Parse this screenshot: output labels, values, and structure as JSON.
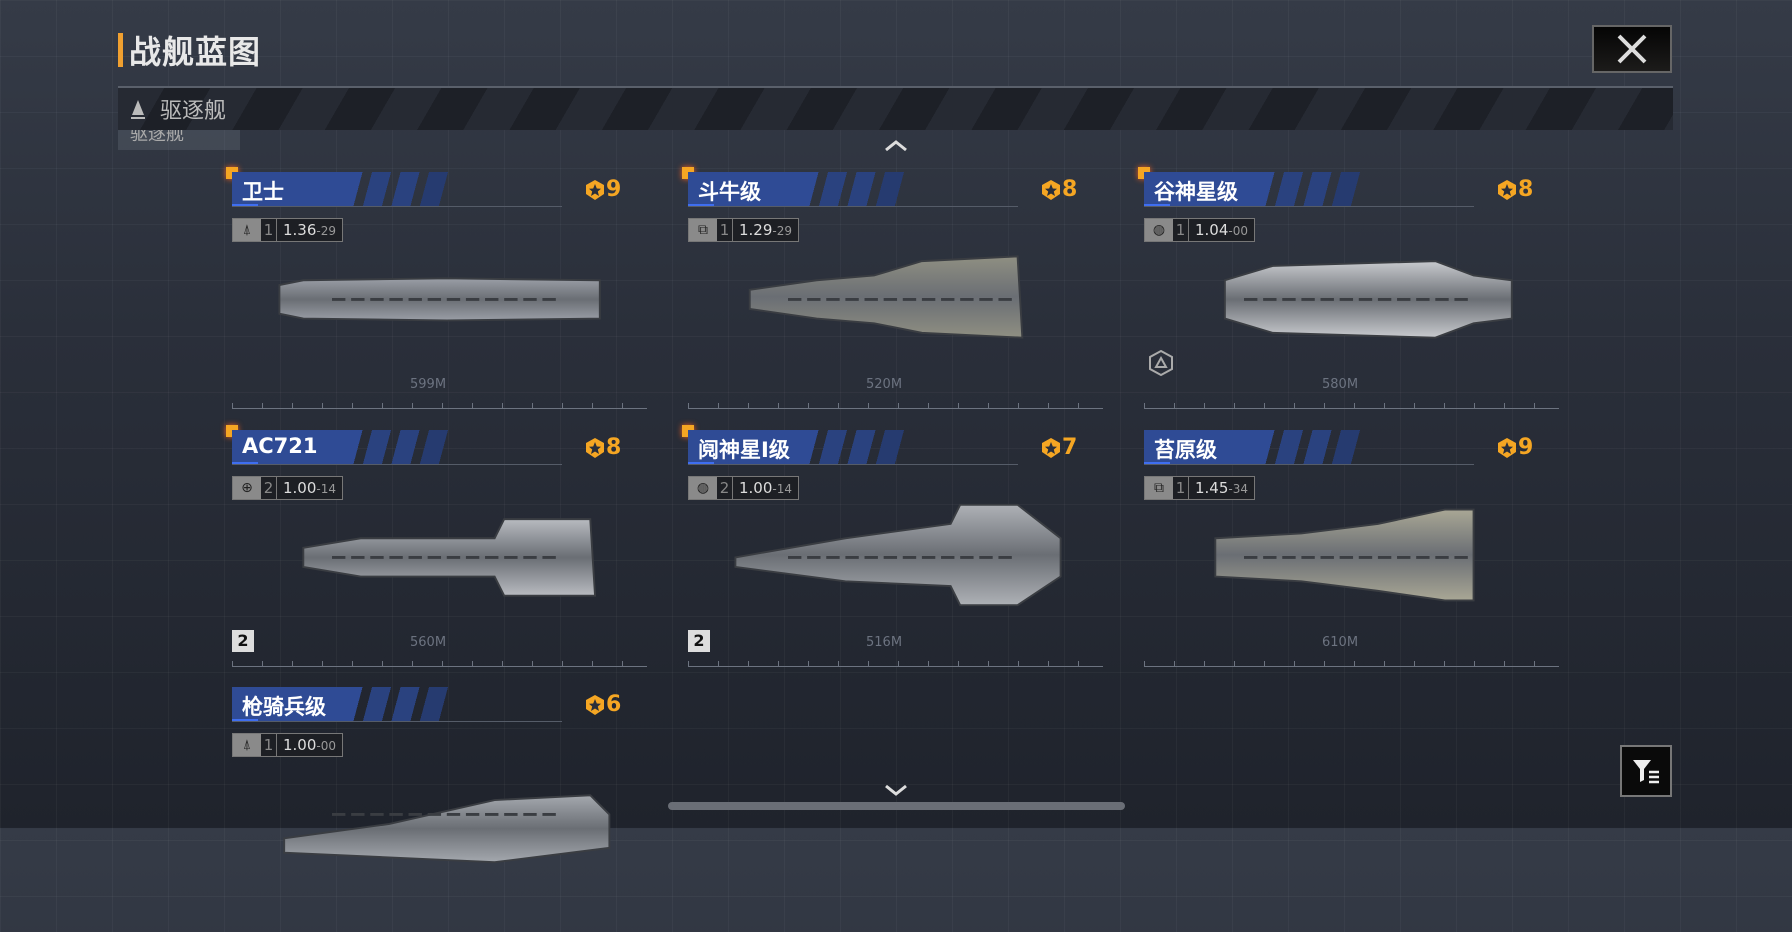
{
  "header": {
    "title": "战舰蓝图",
    "close_icon": "close-icon"
  },
  "category": {
    "selected": "驱逐舰",
    "dropdown_hint": "驱逐舰"
  },
  "ships": [
    {
      "name": "卫士",
      "stars": "9",
      "new": true,
      "type_icon": "frigate-icon",
      "level": "1",
      "value": "1.36",
      "sub": "29",
      "length": "599M",
      "badge": ""
    },
    {
      "name": "斗牛级",
      "stars": "8",
      "new": true,
      "type_icon": "faction-icon",
      "level": "1",
      "value": "1.29",
      "sub": "29",
      "length": "520M",
      "badge": ""
    },
    {
      "name": "谷神星级",
      "stars": "8",
      "new": true,
      "type_icon": "globe-gear-icon",
      "level": "1",
      "value": "1.04",
      "sub": "00",
      "length": "580M",
      "badge": ""
    },
    {
      "name": "AC721",
      "stars": "8",
      "new": true,
      "type_icon": "globe-icon",
      "level": "2",
      "value": "1.00",
      "sub": "14",
      "length": "560M",
      "badge": "2"
    },
    {
      "name": "阋神星I级",
      "stars": "7",
      "new": true,
      "type_icon": "globe-gear-icon",
      "level": "2",
      "value": "1.00",
      "sub": "14",
      "length": "516M",
      "badge": "2"
    },
    {
      "name": "苔原级",
      "stars": "9",
      "new": false,
      "type_icon": "faction-icon",
      "level": "1",
      "value": "1.45",
      "sub": "34",
      "length": "610M",
      "badge": ""
    },
    {
      "name": "枪骑兵级",
      "stars": "6",
      "new": false,
      "type_icon": "frigate-icon",
      "level": "1",
      "value": "1.00",
      "sub": "00",
      "length": "",
      "badge": ""
    }
  ],
  "colors": {
    "accent": "#f5a623",
    "banner": "#2f4b95"
  }
}
